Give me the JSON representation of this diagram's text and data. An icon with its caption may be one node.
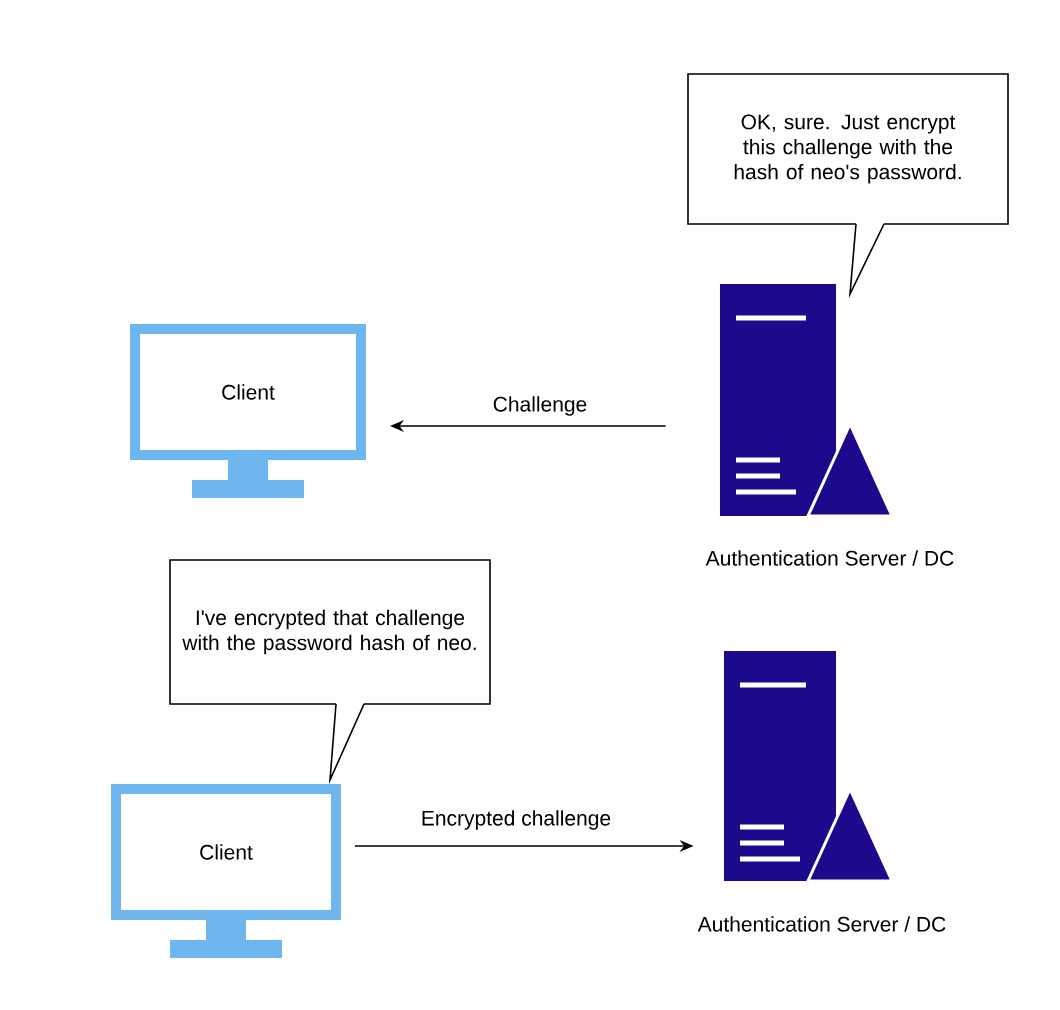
{
  "diagram": {
    "nodes": [
      {
        "text": [
          "OK, sure. Just encrypt this challenge with the hash of neo's password."
        ]
      },
      {
        "text": [
          "Client"
        ]
      },
      {
        "text": [
          "Authentication Server / DC"
        ]
      },
      {
        "text": [
          "I've encrypted that challenge with the password hash of neo."
        ]
      },
      {
        "text": [
          "Client"
        ]
      },
      {
        "text": [
          "Authentication Server / DC"
        ]
      }
    ],
    "edges": [
      {
        "from": 2,
        "to": 1,
        "arrow": "to",
        "label": "Challenge"
      },
      {
        "from": 4,
        "to": 5,
        "arrow": "to",
        "label": "Encrypted challenge"
      }
    ]
  }
}
